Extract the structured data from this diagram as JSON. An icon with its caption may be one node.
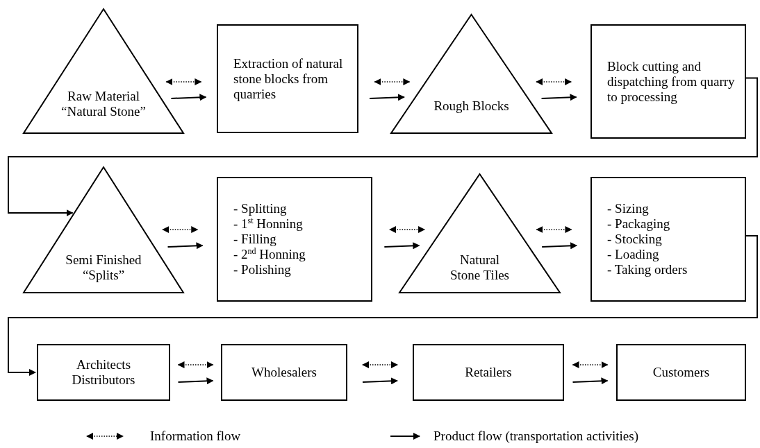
{
  "diagram": {
    "nodes": [
      {
        "text": [
          "Raw Material “Natural Stone”"
        ]
      },
      {
        "text": [
          "Extraction of natural stone blocks from quarries"
        ]
      },
      {
        "text": [
          "Rough Blocks"
        ]
      },
      {
        "text": [
          "Block cutting and dispatching from quarry to processing"
        ]
      },
      {
        "text": [
          "Semi Finished “Splits”"
        ]
      },
      {
        "text": [
          "- Splitting",
          "- 1$^{st}$ Honning",
          "- Filling",
          "- 2$^{nd}$ Honning",
          "- Polishing"
        ]
      },
      {
        "text": [
          "Natural Stone Tiles"
        ]
      },
      {
        "text": [
          "- Sizing",
          "- Packaging",
          "- Stocking",
          "- Loading",
          "- Taking orders"
        ]
      },
      {
        "text": [
          "Architects Distributors"
        ]
      },
      {
        "text": [
          "Wholesalers"
        ]
      },
      {
        "text": [
          "Retailers"
        ]
      },
      {
        "text": [
          "Customers"
        ]
      }
    ],
    "edges": [
      {
        "from": 0,
        "to": 1,
        "arrow": "both",
        "style": "dashed"
      },
      {
        "from": 0,
        "to": 1,
        "arrow": "to"
      },
      {
        "from": 1,
        "to": 2,
        "arrow": "both",
        "style": "dashed"
      },
      {
        "from": 1,
        "to": 2,
        "arrow": "to"
      },
      {
        "from": 2,
        "to": 3,
        "arrow": "both",
        "style": "dashed"
      },
      {
        "from": 2,
        "to": 3,
        "arrow": "to"
      },
      {
        "from": 3,
        "to": 4,
        "arrow": "to"
      },
      {
        "from": 4,
        "to": 5,
        "arrow": "both",
        "style": "dashed"
      },
      {
        "from": 4,
        "to": 5,
        "arrow": "to"
      },
      {
        "from": 5,
        "to": 6,
        "arrow": "both",
        "style": "dashed"
      },
      {
        "from": 5,
        "to": 6,
        "arrow": "to"
      },
      {
        "from": 6,
        "to": 7,
        "arrow": "both",
        "style": "dashed"
      },
      {
        "from": 6,
        "to": 7,
        "arrow": "to"
      },
      {
        "from": 7,
        "to": 8,
        "arrow": "to"
      },
      {
        "from": 8,
        "to": 9,
        "arrow": "both",
        "style": "dashed"
      },
      {
        "from": 8,
        "to": 9,
        "arrow": "to"
      },
      {
        "from": 9,
        "to": 10,
        "arrow": "both",
        "style": "dashed"
      },
      {
        "from": 9,
        "to": 10,
        "arrow": "to"
      },
      {
        "from": 10,
        "to": 11,
        "arrow": "both",
        "style": "dashed"
      },
      {
        "from": 10,
        "to": 11,
        "arrow": "to"
      }
    ],
    "legend": [
      {
        "text": "Information flow"
      },
      {
        "text": "Product flow (transportation activities)"
      }
    ]
  }
}
